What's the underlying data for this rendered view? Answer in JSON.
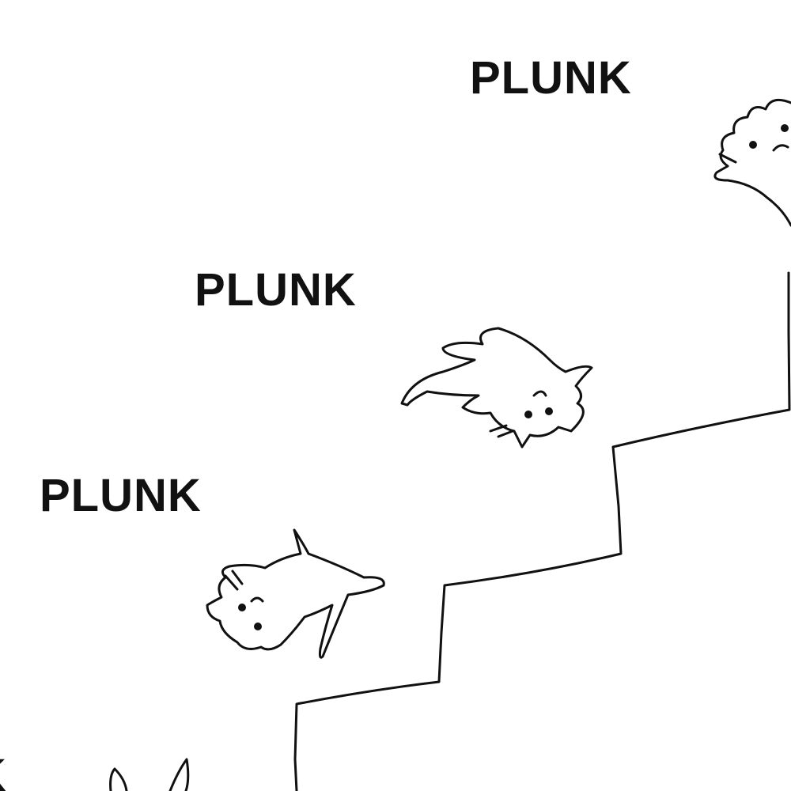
{
  "sound_effects": {
    "top": "PLUNK",
    "upper_middle": "PLUNK",
    "lower_middle": "PLUNK",
    "bottom_cut": "K"
  },
  "colors": {
    "background": "#ffffff",
    "ink": "#111111"
  },
  "illustration": {
    "subject_icons": [
      "staircase",
      "falling-cat-icon",
      "falling-cat-icon",
      "cat-at-top-icon",
      "cat-ears-icon"
    ]
  }
}
